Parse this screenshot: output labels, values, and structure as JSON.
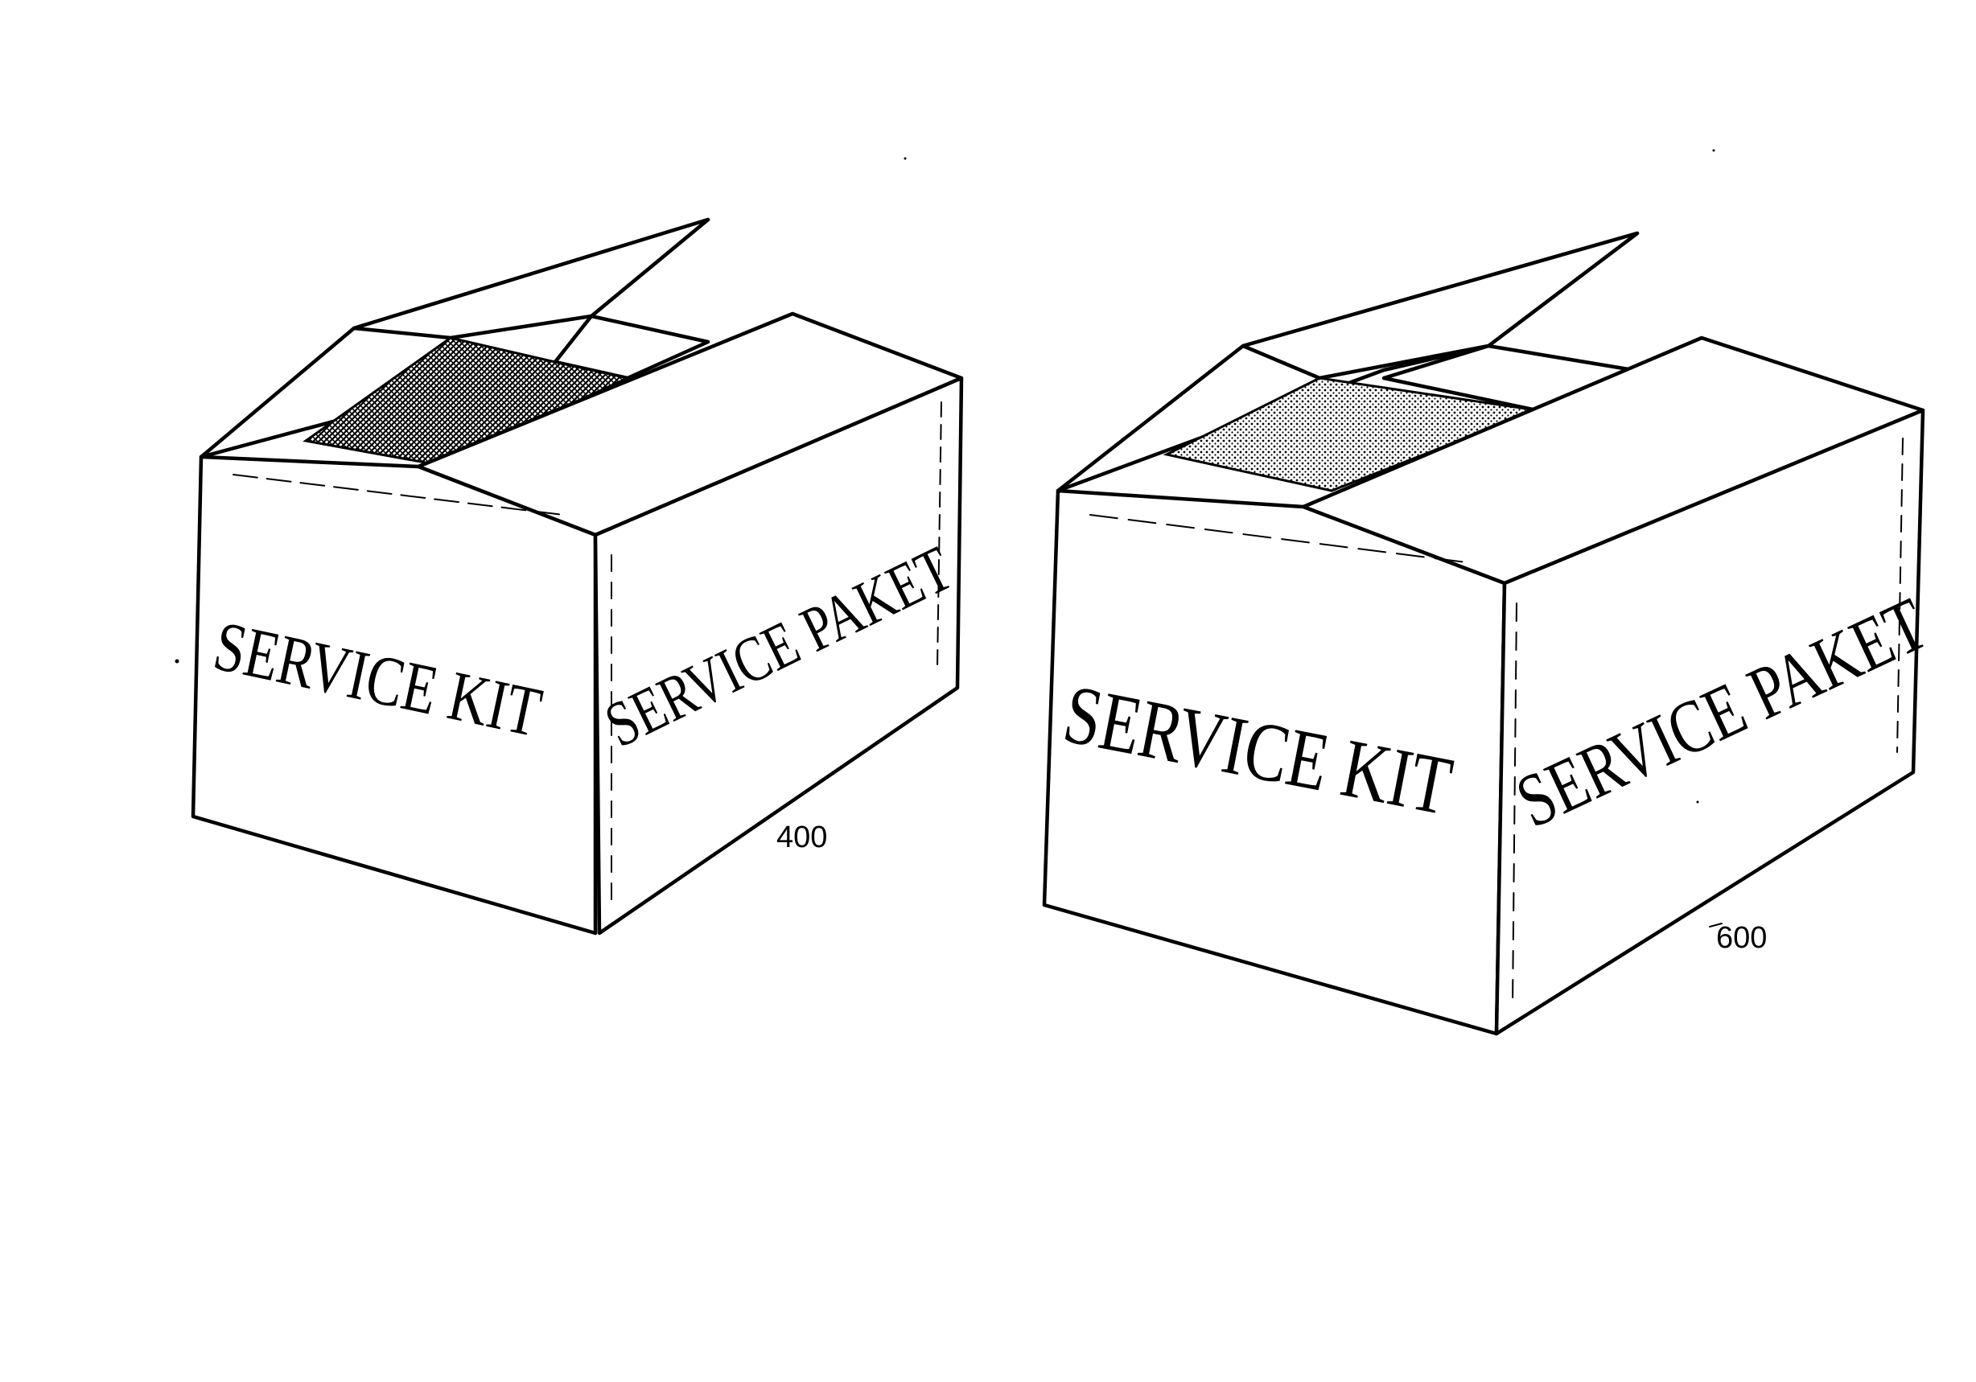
{
  "figure": {
    "boxes": [
      {
        "id": "box-400",
        "front_label": "SERVICE KIT",
        "side_label": "SERVICE PAKET",
        "reference_number": "400",
        "interior_fill": "dark-crosshatch"
      },
      {
        "id": "box-600",
        "front_label": "SERVICE KIT",
        "side_label": "SERVICE PAKET",
        "reference_number": "600",
        "interior_fill": "light-dots"
      }
    ],
    "colors": {
      "line": "#000000",
      "background": "#ffffff"
    }
  }
}
